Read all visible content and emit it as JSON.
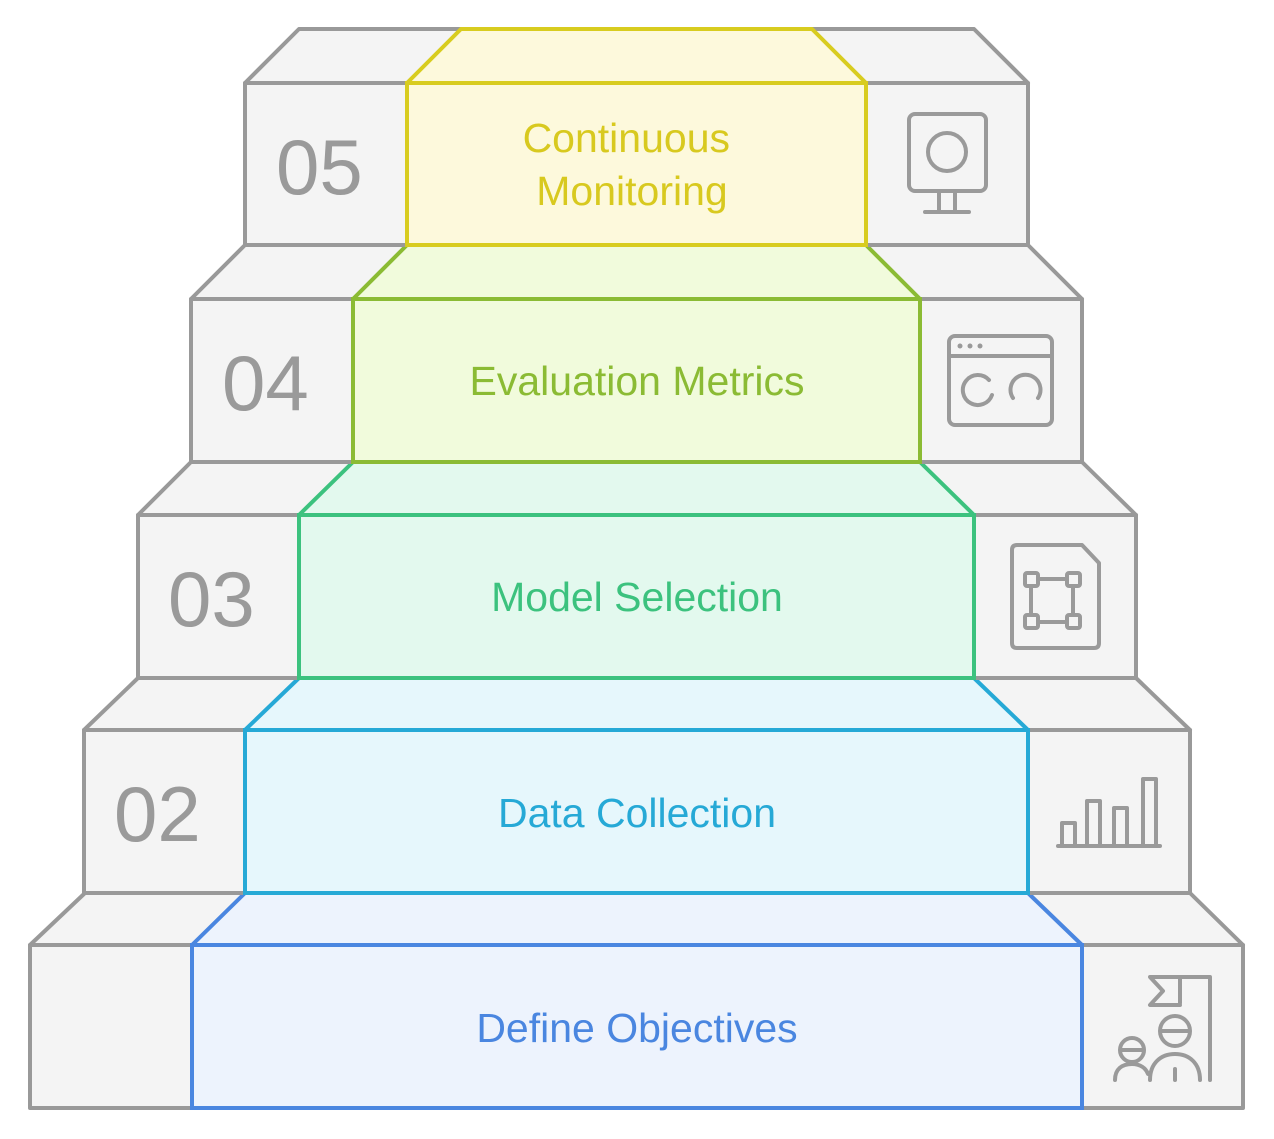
{
  "steps": [
    {
      "number": "",
      "label": "Define Objectives",
      "icon": "team-goal-flag-icon",
      "stroke": "#4a86e0",
      "fill": "#edf3fd",
      "text_color": "#4a86e0"
    },
    {
      "number": "02",
      "label": "Data Collection",
      "icon": "bar-chart-icon",
      "stroke": "#26a9d6",
      "fill": "#e6f7fc",
      "text_color": "#26a9d6"
    },
    {
      "number": "03",
      "label": "Model Selection",
      "icon": "document-frame-icon",
      "stroke": "#3cc27e",
      "fill": "#e3f9ee",
      "text_color": "#3cc27e"
    },
    {
      "number": "04",
      "label": "Evaluation Metrics",
      "icon": "browser-analytics-icon",
      "stroke": "#8bbb34",
      "fill": "#f1fbdc",
      "text_color": "#8bbb34"
    },
    {
      "number": "05",
      "label": [
        "Continuous",
        "Monitoring"
      ],
      "icon": "monitor-display-icon",
      "stroke": "#d8cc1f",
      "fill": "#fdf9dc",
      "text_color": "#d8c91f"
    }
  ]
}
